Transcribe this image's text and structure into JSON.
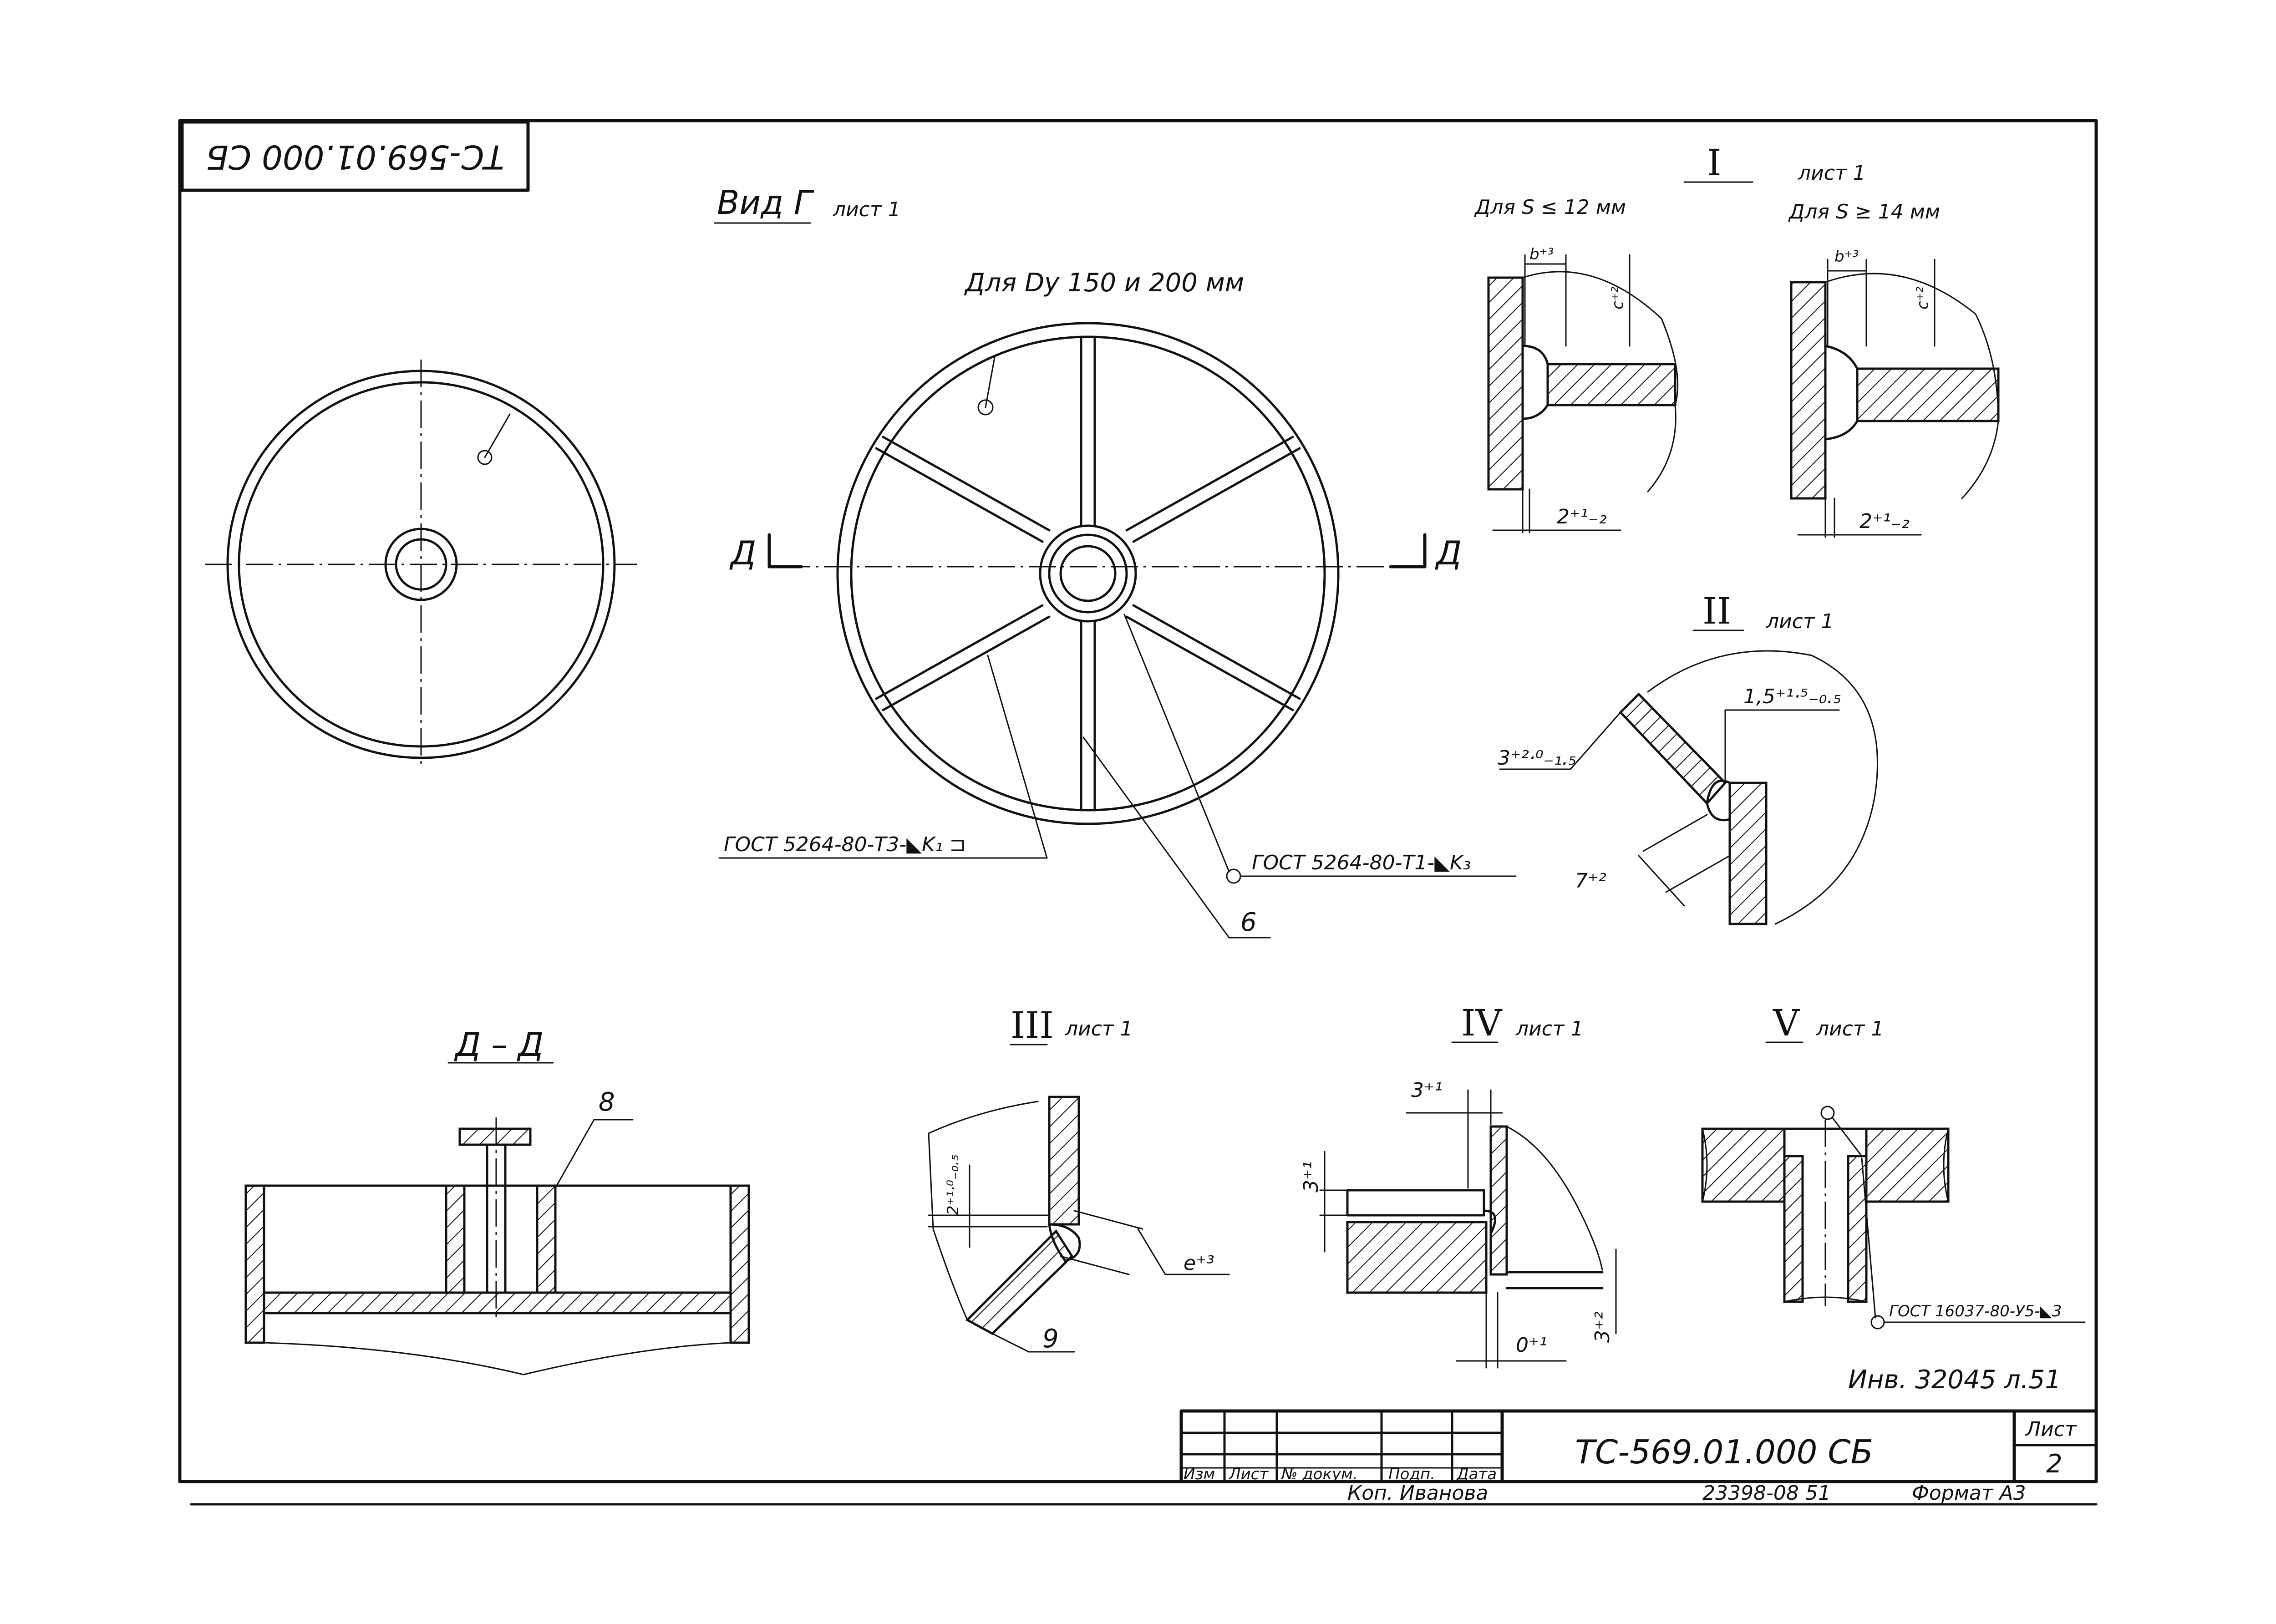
{
  "stamp": {
    "rotated_code": "ТС-569.01.000 СБ"
  },
  "views": {
    "vid_g": {
      "title": "Вид Г",
      "sheet": "лист 1"
    },
    "dy_note": "Для Dy 150 и 200 мм",
    "section_mark_left": "Д",
    "section_mark_right": "Д",
    "section_dd_title": "Д – Д",
    "weld_1": "ГОСТ 5264-80-Т3-◣K₁ ⊐",
    "weld_2": "ГОСТ 5264-80-Т1-◣K₃",
    "weld_3": "ГОСТ 16037-80-У5-◣3",
    "part_6": "6",
    "part_8": "8",
    "part_9": "9"
  },
  "detail_1": {
    "roman": "I",
    "sheet": "лист 1",
    "left_caption": "Для S ≤ 12 мм",
    "right_caption": "Для S ≥ 14 мм",
    "dim_b": "b⁺³",
    "dim_c": "c⁺²",
    "dim_gap": "2⁺¹₋₂"
  },
  "detail_2": {
    "roman": "II",
    "sheet": "лист 1",
    "dim_a": "1,5⁺¹·⁵₋₀.₅",
    "dim_b": "3⁺²·⁰₋₁.₅",
    "dim_c": "7⁺²"
  },
  "detail_3": {
    "roman": "III",
    "sheet": "лист 1",
    "dim_a": "2⁺¹·⁰₋₀.₅",
    "dim_e": "e⁺³"
  },
  "detail_4": {
    "roman": "IV",
    "sheet": "лист 1",
    "dim_top": "3⁺¹",
    "dim_left": "3⁺¹",
    "dim_right": "3⁺²",
    "dim_bottom": "0⁺¹"
  },
  "detail_5": {
    "roman": "V",
    "sheet": "лист 1"
  },
  "title_block": {
    "inventory": "Инв. 32045 л.51",
    "code": "ТС-569.01.000 СБ",
    "sheet_label": "Лист",
    "sheet_no": "2",
    "col_izm": "Изм",
    "col_list": "Лист",
    "col_doc": "№ докум.",
    "col_sign": "Подп.",
    "col_date": "Дата",
    "copied": "Коп. Иванова",
    "order": "23398-08 51",
    "format": "Формат А3"
  }
}
